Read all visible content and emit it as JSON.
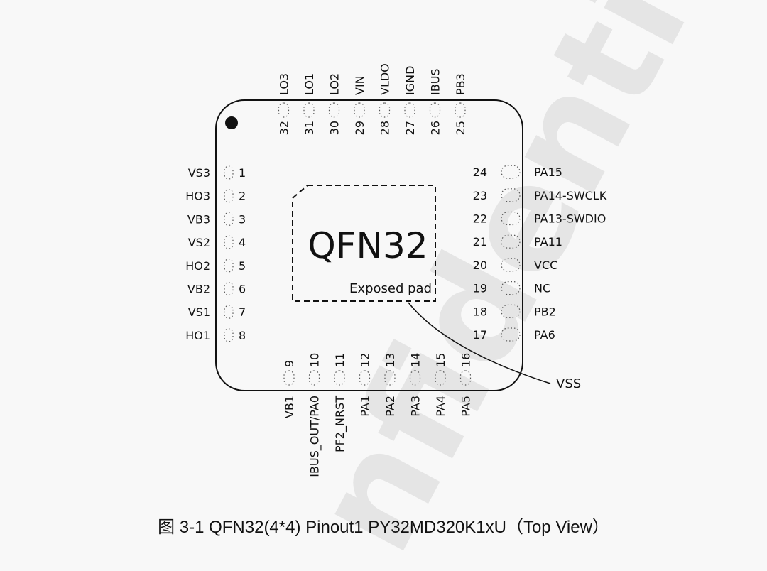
{
  "watermark": "nfidential",
  "package": {
    "title": "QFN32",
    "pad_label": "Exposed pad",
    "pad_net": "VSS"
  },
  "caption": "图 3-1 QFN32(4*4) Pinout1 PY32MD320K1xU（Top View）",
  "pins": {
    "left": [
      {
        "num": "1",
        "name": "VS3"
      },
      {
        "num": "2",
        "name": "HO3"
      },
      {
        "num": "3",
        "name": "VB3"
      },
      {
        "num": "4",
        "name": "VS2"
      },
      {
        "num": "5",
        "name": "HO2"
      },
      {
        "num": "6",
        "name": "VB2"
      },
      {
        "num": "7",
        "name": "VS1"
      },
      {
        "num": "8",
        "name": "HO1"
      }
    ],
    "bottom": [
      {
        "num": "9",
        "name": "VB1"
      },
      {
        "num": "10",
        "name": "IBUS_OUT/PA0"
      },
      {
        "num": "11",
        "name": "PF2_NRST"
      },
      {
        "num": "12",
        "name": "PA1"
      },
      {
        "num": "13",
        "name": "PA2"
      },
      {
        "num": "14",
        "name": "PA3"
      },
      {
        "num": "15",
        "name": "PA4"
      },
      {
        "num": "16",
        "name": "PA5"
      }
    ],
    "right": [
      {
        "num": "17",
        "name": "PA6"
      },
      {
        "num": "18",
        "name": "PB2"
      },
      {
        "num": "19",
        "name": "NC"
      },
      {
        "num": "20",
        "name": "VCC"
      },
      {
        "num": "21",
        "name": "PA11"
      },
      {
        "num": "22",
        "name": "PA13-SWDIO"
      },
      {
        "num": "23",
        "name": "PA14-SWCLK"
      },
      {
        "num": "24",
        "name": "PA15"
      }
    ],
    "top": [
      {
        "num": "25",
        "name": "PB3"
      },
      {
        "num": "26",
        "name": "IBUS"
      },
      {
        "num": "27",
        "name": "IGND"
      },
      {
        "num": "28",
        "name": "VLDO"
      },
      {
        "num": "29",
        "name": "VIN"
      },
      {
        "num": "30",
        "name": "LO2"
      },
      {
        "num": "31",
        "name": "LO1"
      },
      {
        "num": "32",
        "name": "LO3"
      }
    ]
  }
}
